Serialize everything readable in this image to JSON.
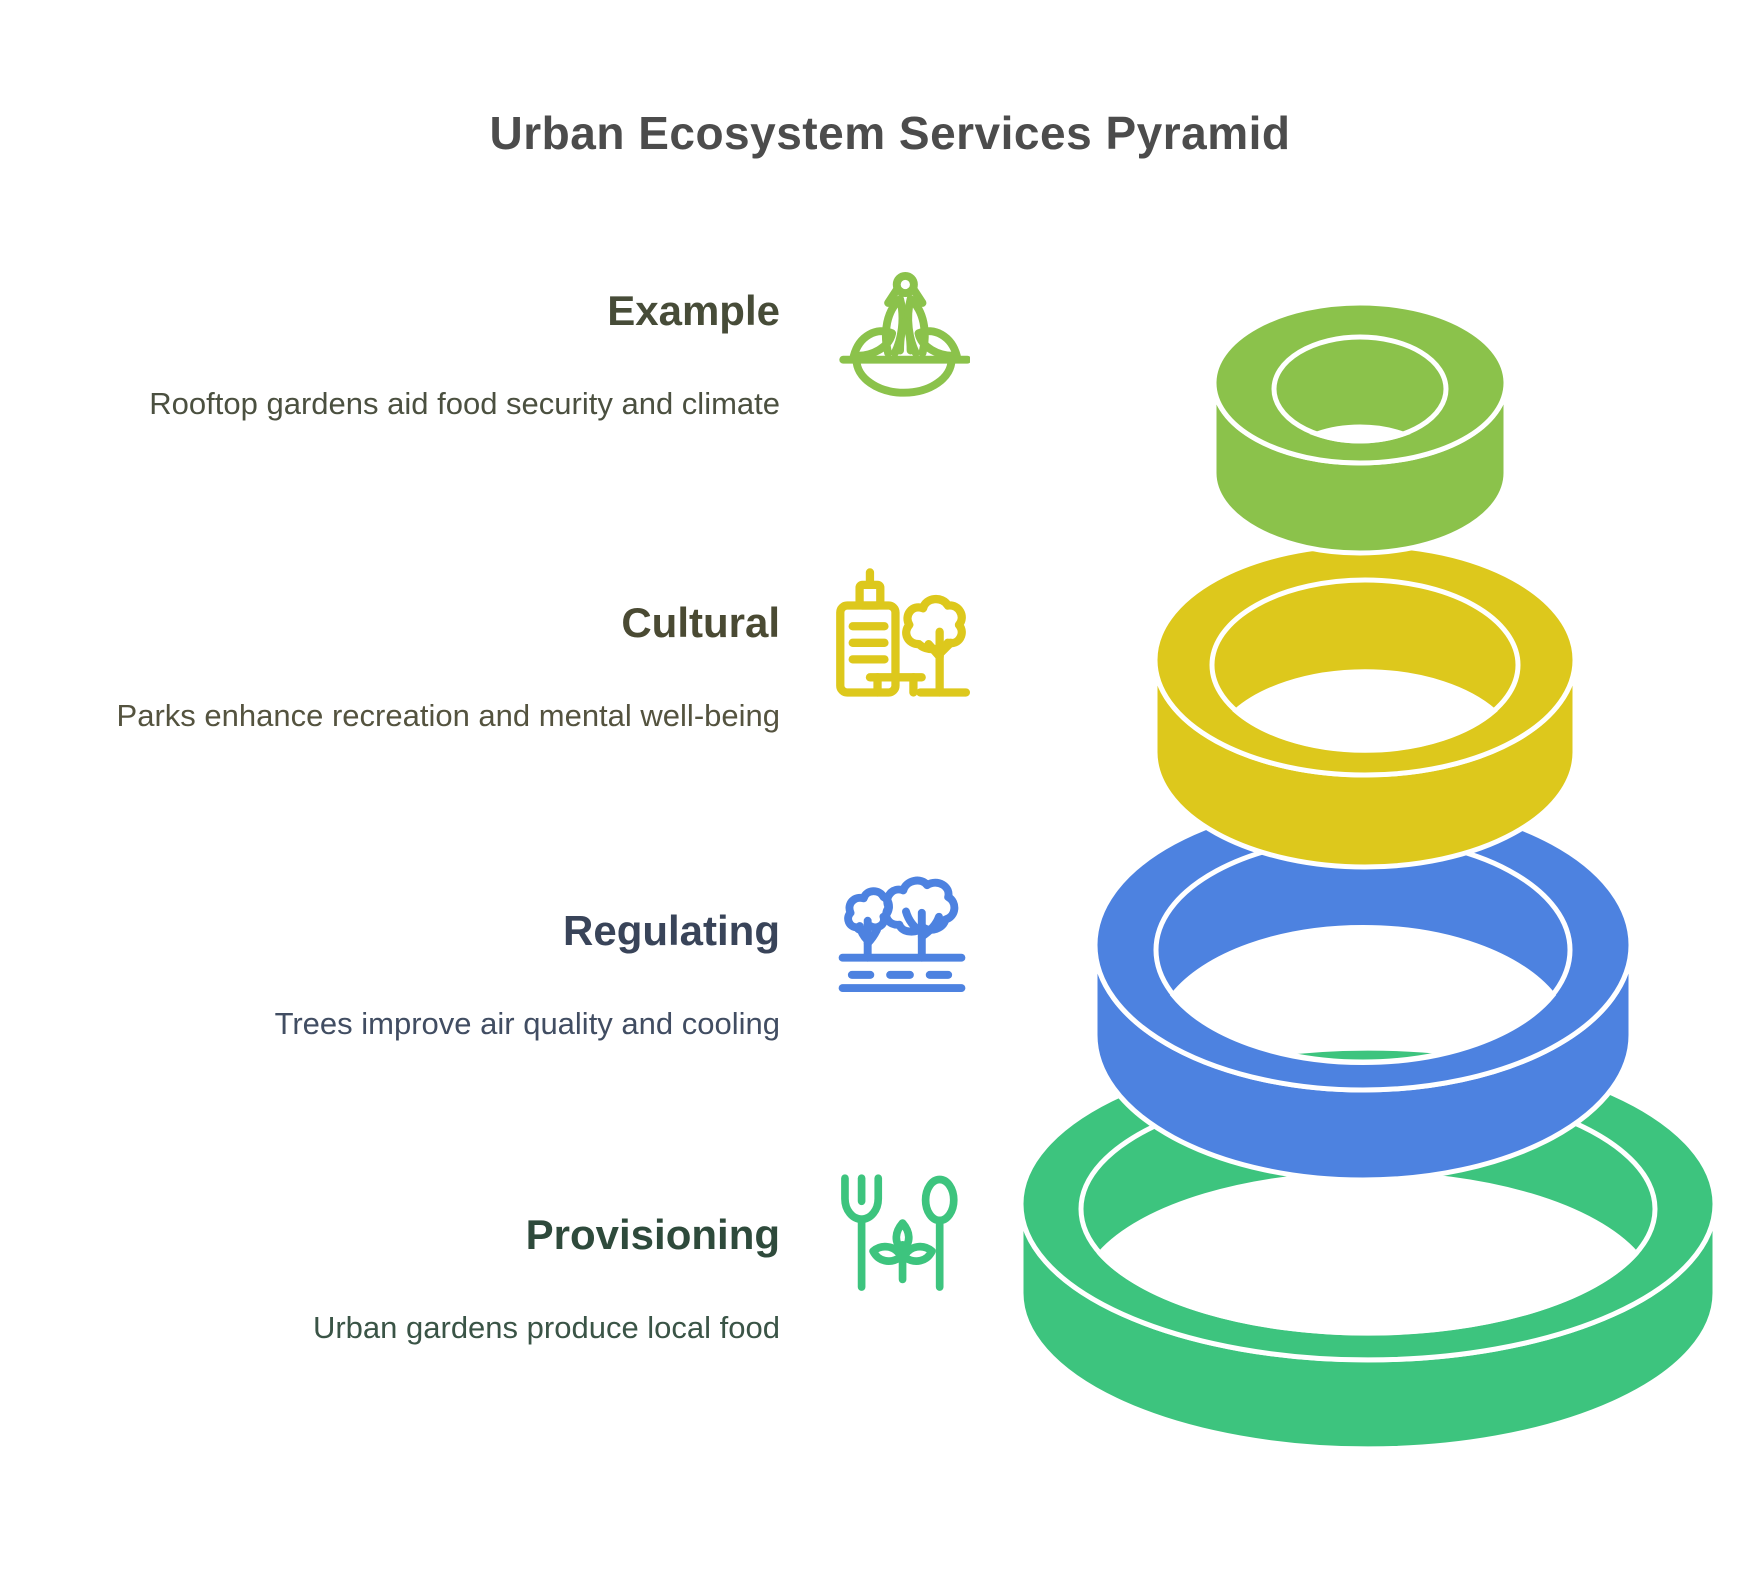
{
  "title": "Urban Ecosystem Services Pyramid",
  "title_color": "#4c4c4c",
  "background": "#ffffff",
  "levels": [
    {
      "label": "Example",
      "description": "Rooftop gardens aid food security and climate",
      "icon": "salad-bowl-icon",
      "color": "#8bc24b",
      "label_color": "#474c38",
      "description_color": "#4b5040"
    },
    {
      "label": "Cultural",
      "description": "Parks enhance recreation and mental well-being",
      "icon": "city-building-tree-icon",
      "color": "#ddc81c",
      "label_color": "#4a4a33",
      "description_color": "#54533f"
    },
    {
      "label": "Regulating",
      "description": "Trees improve air quality and cooling",
      "icon": "trees-icon",
      "color": "#4d82e0",
      "label_color": "#394459",
      "description_color": "#414d62"
    },
    {
      "label": "Provisioning",
      "description": "Urban gardens produce local food",
      "icon": "fork-spoon-plant-icon",
      "color": "#3dc47e",
      "label_color": "#2e4a3b",
      "description_color": "#3a5446"
    }
  ],
  "pyramid": {
    "type": "stacked-ring-funnel",
    "ring_order_top_to_bottom": [
      "Example",
      "Cultural",
      "Regulating",
      "Provisioning"
    ],
    "outline_color": "#ffffff"
  }
}
